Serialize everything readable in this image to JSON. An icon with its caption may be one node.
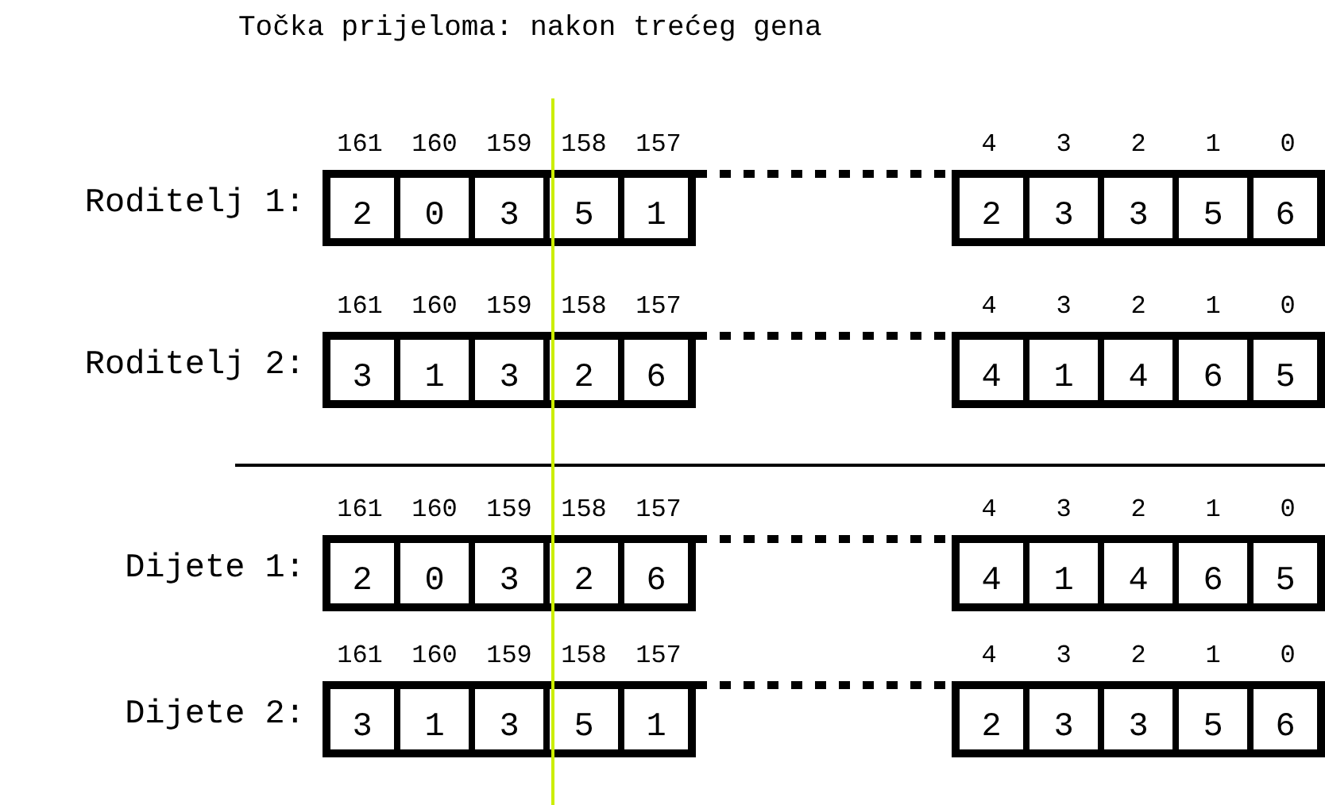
{
  "diagram": {
    "title": "Točka prijeloma: nakon trećeg gena",
    "nodes": [
      {
        "text": [
          "2"
        ]
      },
      {
        "text": [
          "0"
        ]
      },
      {
        "text": [
          "3"
        ]
      },
      {
        "text": [
          "5"
        ]
      },
      {
        "text": [
          "1"
        ]
      },
      {
        "text": [
          "2"
        ]
      },
      {
        "text": [
          "3"
        ]
      },
      {
        "text": [
          "3"
        ]
      },
      {
        "text": [
          "5"
        ]
      },
      {
        "text": [
          "6"
        ]
      },
      {
        "text": [
          "3"
        ]
      },
      {
        "text": [
          "1"
        ]
      },
      {
        "text": [
          "3"
        ]
      },
      {
        "text": [
          "2"
        ]
      },
      {
        "text": [
          "6"
        ]
      },
      {
        "text": [
          "4"
        ]
      },
      {
        "text": [
          "1"
        ]
      },
      {
        "text": [
          "4"
        ]
      },
      {
        "text": [
          "6"
        ]
      },
      {
        "text": [
          "5"
        ]
      },
      {
        "text": [
          "2"
        ]
      },
      {
        "text": [
          "0"
        ]
      },
      {
        "text": [
          "3"
        ]
      },
      {
        "text": [
          "2"
        ]
      },
      {
        "text": [
          "6"
        ]
      },
      {
        "text": [
          "4"
        ]
      },
      {
        "text": [
          "1"
        ]
      },
      {
        "text": [
          "4"
        ]
      },
      {
        "text": [
          "6"
        ]
      },
      {
        "text": [
          "5"
        ]
      },
      {
        "text": [
          "3"
        ]
      },
      {
        "text": [
          "1"
        ]
      },
      {
        "text": [
          "3"
        ]
      },
      {
        "text": [
          "5"
        ]
      },
      {
        "text": [
          "1"
        ]
      },
      {
        "text": [
          "2"
        ]
      },
      {
        "text": [
          "3"
        ]
      },
      {
        "text": [
          "3"
        ]
      },
      {
        "text": [
          "5"
        ]
      },
      {
        "text": [
          "6"
        ]
      }
    ],
    "edges": [
      {
        "from": 4,
        "to": 5,
        "arrow": "none",
        "style": "dashed"
      },
      {
        "from": 14,
        "to": 15,
        "arrow": "none",
        "style": "dashed"
      },
      {
        "from": 24,
        "to": 25,
        "arrow": "none",
        "style": "dashed"
      },
      {
        "from": 34,
        "to": 35,
        "arrow": "none",
        "style": "dashed"
      }
    ],
    "labels": [
      "161",
      "160",
      "159",
      "158",
      "157",
      "4",
      "3",
      "2",
      "1",
      "0",
      "Roditelj 1:",
      "161",
      "160",
      "159",
      "158",
      "157",
      "4",
      "3",
      "2",
      "1",
      "0",
      "Roditelj 2:",
      "161",
      "160",
      "159",
      "158",
      "157",
      "4",
      "3",
      "2",
      "1",
      "0",
      "Dijete 1:",
      "161",
      "160",
      "159",
      "158",
      "157",
      "4",
      "3",
      "2",
      "1",
      "0",
      "Dijete 2:"
    ]
  }
}
